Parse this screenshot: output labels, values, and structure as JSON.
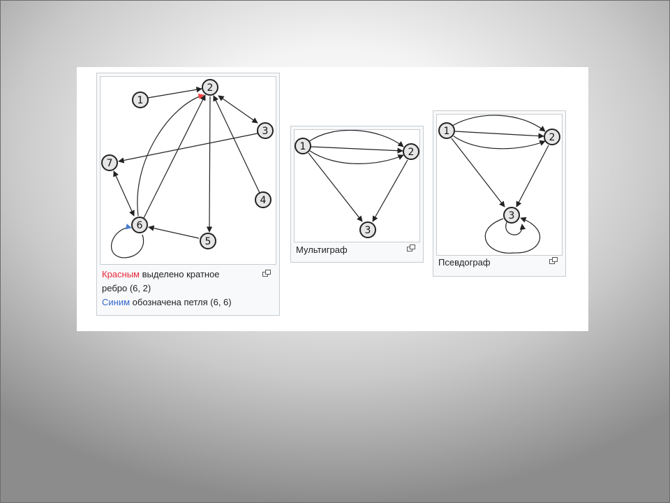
{
  "figure_a": {
    "nodes": [
      "1",
      "2",
      "3",
      "4",
      "5",
      "6",
      "7"
    ],
    "caption": {
      "line1_colored": "Красным",
      "line1_rest": " выделено кратное",
      "line2": "ребро (6, 2)",
      "line3_colored": "Синим",
      "line3_rest": " обозначена петля (6, 6)"
    },
    "colors": {
      "multiple_edge": "#ff4040",
      "loop": "#4a7ccc"
    }
  },
  "figure_b": {
    "nodes": [
      "1",
      "2",
      "3"
    ],
    "caption": "Мультиграф"
  },
  "figure_c": {
    "nodes": [
      "1",
      "2",
      "3"
    ],
    "caption": "Псевдограф"
  },
  "icons": {
    "enlarge": "enlarge-icon"
  }
}
